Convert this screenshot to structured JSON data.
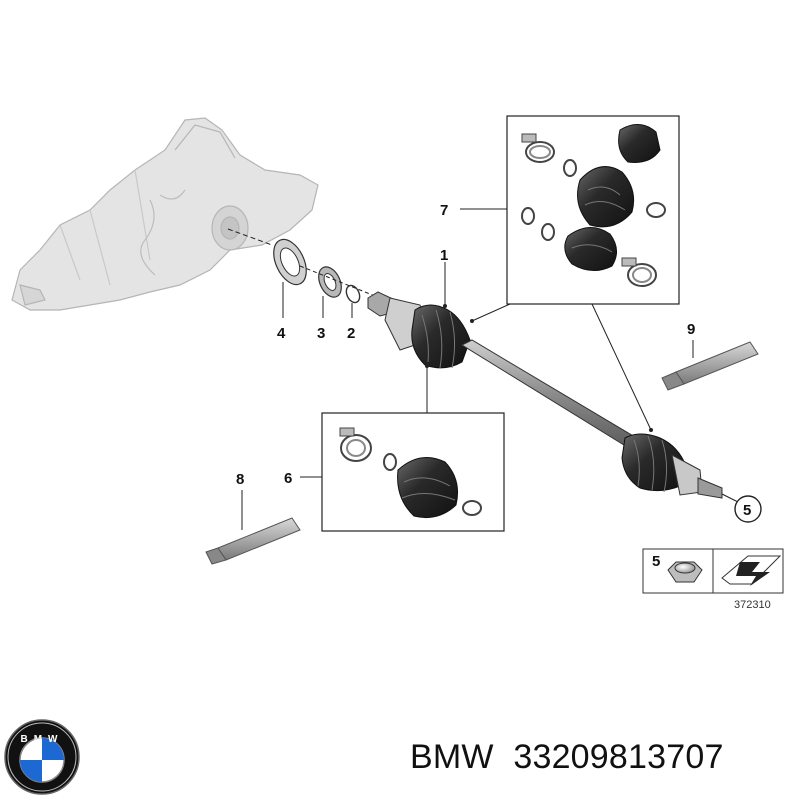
{
  "diagram": {
    "callouts": {
      "c1": "1",
      "c2": "2",
      "c3": "3",
      "c4": "4",
      "c5": "5",
      "c6": "6",
      "c7": "7",
      "c8": "8",
      "c9": "9"
    },
    "legend": {
      "number": "5",
      "ref_code": "372310"
    }
  },
  "brand_logo": {
    "lettering": "BMW",
    "colors": {
      "blue": "#1c69d4",
      "ring": "#111111",
      "white": "#ffffff"
    }
  },
  "part_line": {
    "brand": "BMW",
    "part_number": "33209813707"
  },
  "colors": {
    "line": "#222222",
    "part_grey": "#9a9a9a",
    "boot_black": "#2a2a2a",
    "ghost_grey": "#d9d9d9"
  }
}
